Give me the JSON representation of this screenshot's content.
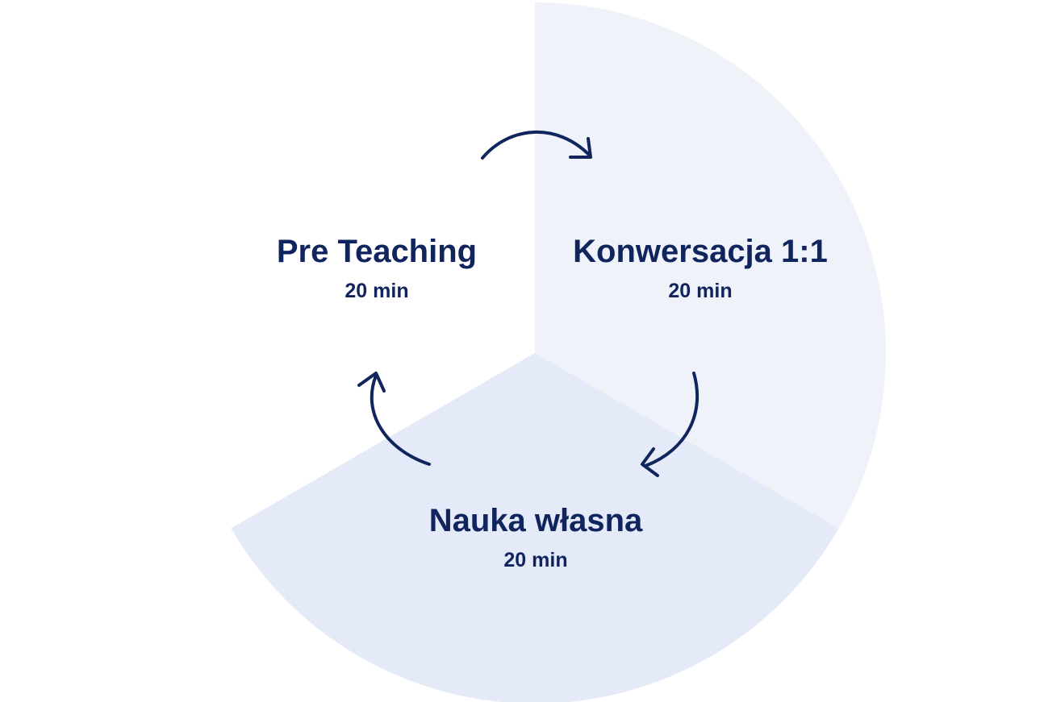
{
  "colors": {
    "text": "#10245e",
    "arrow": "#10245e",
    "segment_top_left": "#ffffff",
    "segment_right": "#eff2f9",
    "segment_bottom": "#e5eaf8",
    "background": "#ffffff"
  },
  "cycle": {
    "stages": [
      {
        "title": "Pre Teaching",
        "duration": "20 min"
      },
      {
        "title": "Konwersacja 1:1",
        "duration": "20 min"
      },
      {
        "title": "Nauka własna",
        "duration": "20 min"
      }
    ],
    "arrow_icon": "curved-arrow-icon"
  }
}
